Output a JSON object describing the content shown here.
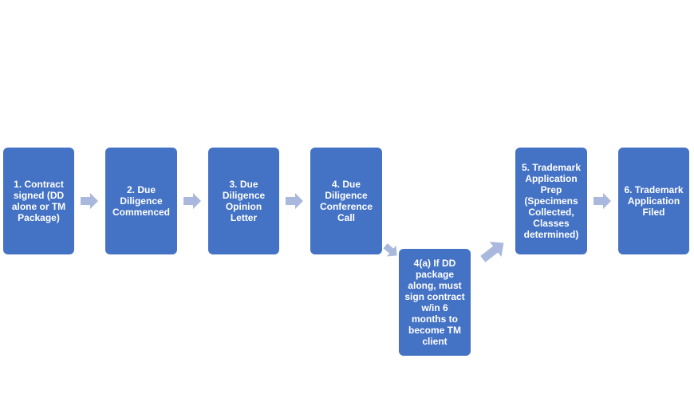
{
  "colors": {
    "box_fill": "#4472c4",
    "box_text": "#ffffff",
    "arrow_fill": "#a9b8dc"
  },
  "steps": [
    {
      "label": "1. Contract\nsigned (DD\nalone or TM\nPackage)"
    },
    {
      "label": "2. Due\nDiligence\nCommenced"
    },
    {
      "label": "3. Due\nDiligence\nOpinion\nLetter"
    },
    {
      "label": "4. Due\nDiligence\nConference\nCall"
    },
    {
      "label": "4(a) If DD\npackage\nalong, must\nsign contract\nw/in 6\nmonths to\nbecome TM\nclient"
    },
    {
      "label": "5. Trademark\nApplication\nPrep\n(Specimens\nCollected,\nClasses\ndetermined)"
    },
    {
      "label": "6. Trademark\nApplication\nFiled"
    }
  ]
}
